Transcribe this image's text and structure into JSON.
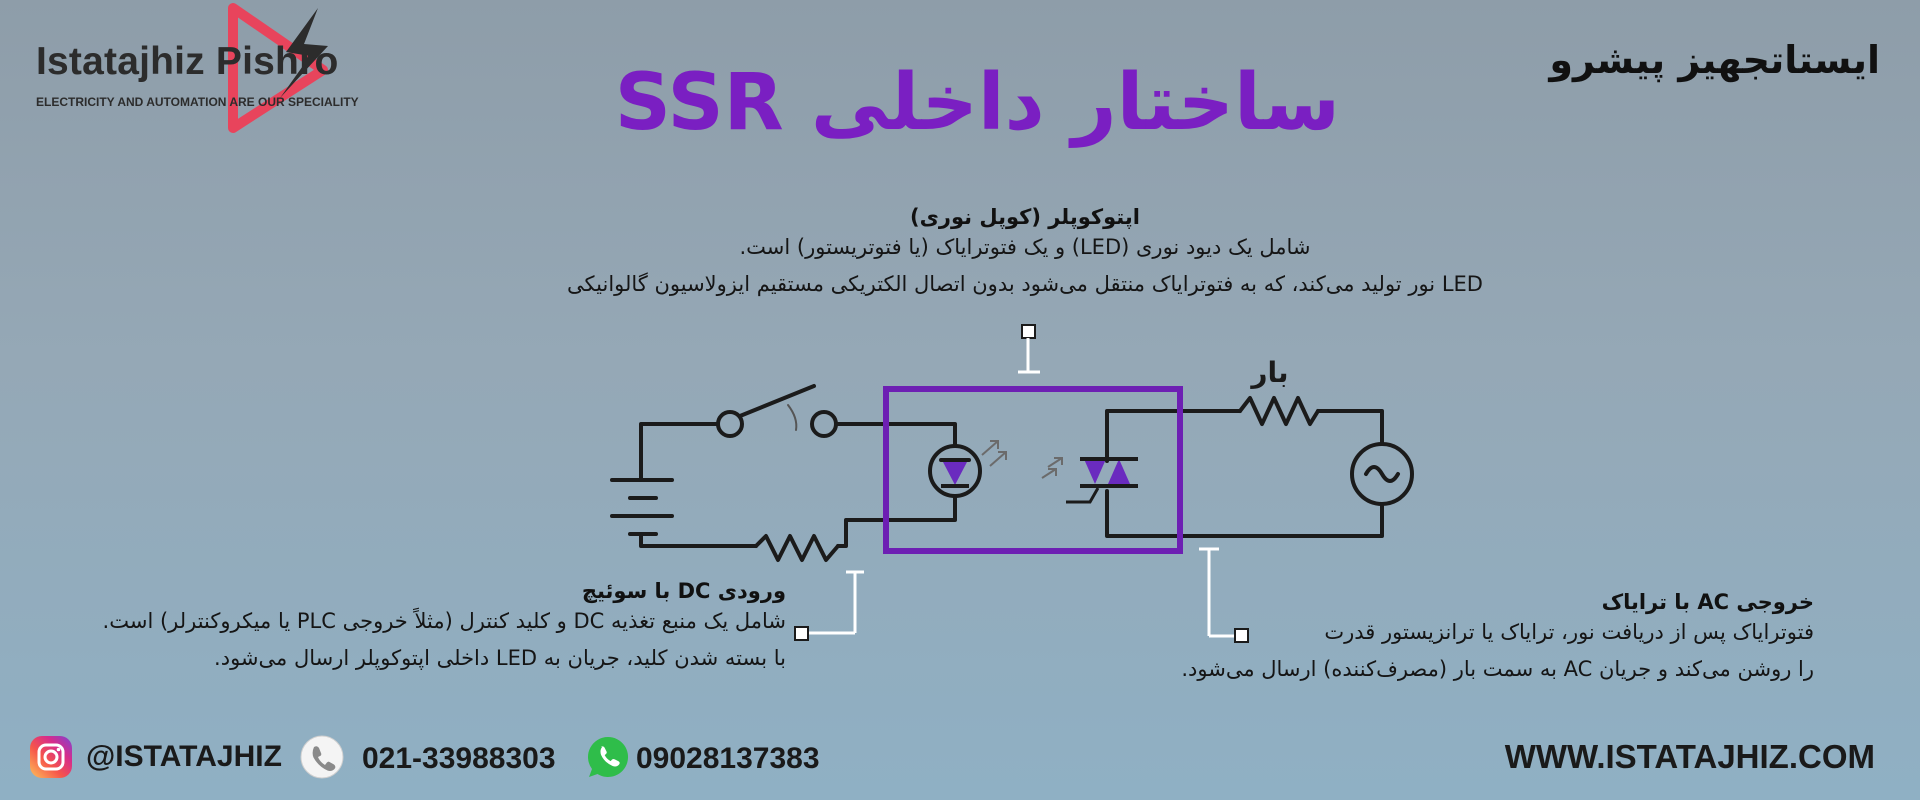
{
  "logo": {
    "name": "Istatajhiz Pishro",
    "slogan": "ELECTRICITY AND AUTOMATION ARE OUR SPECIALITY"
  },
  "brand_fa": "ایستاتجهیز پیشرو",
  "title": "ساختار داخلی SSR",
  "optocoupler": {
    "heading": "اپتوکوپلر (کوپل نوری)",
    "line1": "شامل یک دیود نوری (LED) و یک فتوترایاک (یا فتوتریستور) است.",
    "line2": "LED نور تولید می‌کند، که به فتوترایاک منتقل می‌شود بدون اتصال الکتریکی مستقیم ایزولاسیون گالوانیکی"
  },
  "dc_input": {
    "heading": "ورودی DC با سوئیچ",
    "line1": "شامل یک منبع تغذیه DC و کلید کنترل (مثلاً خروجی PLC یا میکروکنترلر) است.",
    "line2": "با بسته شدن کلید، جریان به LED داخلی اپتوکوپلر ارسال می‌شود."
  },
  "ac_output": {
    "heading": "خروجی AC با ترایاک",
    "line1": "فتوترایاک پس از دریافت نور، ترایاک یا ترانزیستور قدرت",
    "line2": "را روشن می‌کند و جریان AC به سمت بار (مصرف‌کننده) ارسال می‌شود."
  },
  "diagram": {
    "load_label": "بار"
  },
  "footer": {
    "instagram": "@ISTATAJHIZ",
    "phone": "021-33988303",
    "whatsapp": "09028137383",
    "website": "WWW.ISTATAJHIZ.COM"
  },
  "colors": {
    "title": "#7a1fc2",
    "optocoupler_box": "#6d1fb3",
    "component_fill": "#6a2bbf",
    "logo_accent": "#e8445c",
    "whatsapp": "#2fbd4a"
  },
  "icons": [
    "instagram-icon",
    "phone-icon",
    "whatsapp-icon",
    "lightning-icon"
  ]
}
